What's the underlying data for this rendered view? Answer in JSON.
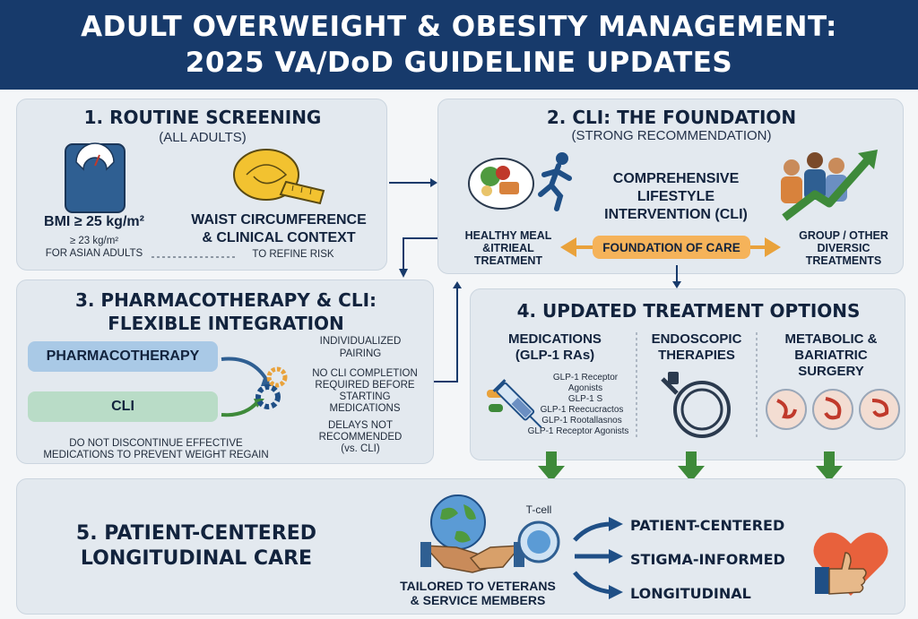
{
  "header": {
    "title_line1": "ADULT OVERWEIGHT & OBESITY MANAGEMENT:",
    "title_line2": "2025 VA/DoD GUIDELINE UPDATES"
  },
  "panel1": {
    "title": "1. ROUTINE SCREENING",
    "subtitle": "(ALL ADULTS)",
    "bmi": "BMI ≥ 25 kg/m²",
    "asian_line1": "≥ 23 kg/m²",
    "asian_line2": "FOR ASIAN ADULTS",
    "waist_line1": "WAIST CIRCUMFERENCE",
    "waist_line2": "& CLINICAL CONTEXT",
    "refine": "TO REFINE RISK"
  },
  "panel2": {
    "title": "2. CLI: THE FOUNDATION",
    "subtitle": "(STRONG RECOMMENDATION)",
    "cli_line1": "COMPREHENSIVE",
    "cli_line2": "LIFESTYLE",
    "cli_line3": "INTERVENTION (CLI)",
    "left_line1": "HEALTHY MEAL",
    "left_line2": "&ITRIEAL",
    "left_line3": "TREATMENT",
    "center": "FOUNDATION OF CARE",
    "right_line1": "GROUP / OTHER",
    "right_line2": "DIVERSIC",
    "right_line3": "TREATMENTS"
  },
  "panel3": {
    "title_line1": "3. PHARMACOTHERAPY & CLI:",
    "title_line2": "FLEXIBLE INTEGRATION",
    "pharma": "PHARMACOTHERAPY",
    "cli": "CLI",
    "n1_line1": "INDIVIDUALIZED",
    "n1_line2": "PAIRING",
    "n2_line1": "NO CLI COMPLETION",
    "n2_line2": "REQUIRED BEFORE",
    "n2_line3": "STARTING",
    "n2_line4": "MEDICATIONS",
    "n3_line1": "DELAYS NOT",
    "n3_line2": "RECOMMENDED",
    "n3_line3": "(vs. CLI)",
    "bottom_line1": "DO NOT DISCONTINUE EFFECTIVE",
    "bottom_line2": "MEDICATIONS TO PREVENT WEIGHT REGAIN"
  },
  "panel4": {
    "title": "4. UPDATED TREATMENT OPTIONS",
    "col1_line1": "MEDICATIONS",
    "col1_line2": "(GLP-1 RAs)",
    "meds": [
      "GLP-1 Receptor",
      "Agonists",
      "GLP-1 S",
      "GLP-1 Reecucractos",
      "GLP-1 Rootallasnos",
      "GLP-1 Receptor Agonists"
    ],
    "col2_line1": "ENDOSCOPIC",
    "col2_line2": "THERAPIES",
    "col3_line1": "METABOLIC &",
    "col3_line2": "BARIATRIC",
    "col3_line3": "SURGERY"
  },
  "panel5": {
    "title_line1": "5. PATIENT-CENTERED",
    "title_line2": "LONGITUDINAL CARE",
    "tcell": "T-cell",
    "tailored_line1": "TAILORED TO VETERANS",
    "tailored_line2": "& SERVICE MEMBERS",
    "items": [
      "PATIENT-CENTERED",
      "STIGMA-INFORMED",
      "LONGITUDINAL"
    ]
  },
  "colors": {
    "navy": "#173a6b",
    "panel": "#e3e9ef",
    "orange": "#f5b35a",
    "green": "#3e8a3a",
    "blue_pill": "#a9c9e6",
    "green_pill": "#b9dcc7"
  }
}
